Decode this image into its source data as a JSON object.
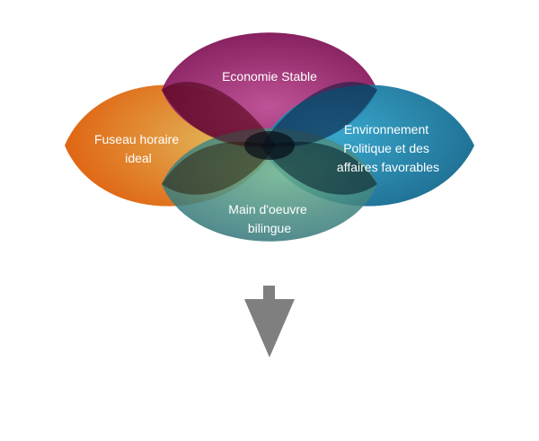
{
  "diagram": {
    "petals": {
      "top": {
        "lines": [
          "Economie Stable"
        ],
        "color_light": "#b9468f",
        "color_dark": "#7a0c4e"
      },
      "left": {
        "lines": [
          "Fuseau horaire",
          "ideal"
        ],
        "color_light": "#e2b054",
        "color_dark": "#e0600e"
      },
      "right": {
        "lines": [
          "Environnement",
          "Politique et des",
          "affaires favorables"
        ],
        "color_light": "#2aa0c8",
        "color_dark": "#0a5c82"
      },
      "bottom": {
        "lines": [
          "Main d'oeuvre",
          "bilingue"
        ],
        "color_light": "#69b08c",
        "color_dark": "#2a6a78"
      }
    },
    "arrow": {
      "color": "#7f7f7f",
      "icon": "arrow-down-icon"
    }
  }
}
